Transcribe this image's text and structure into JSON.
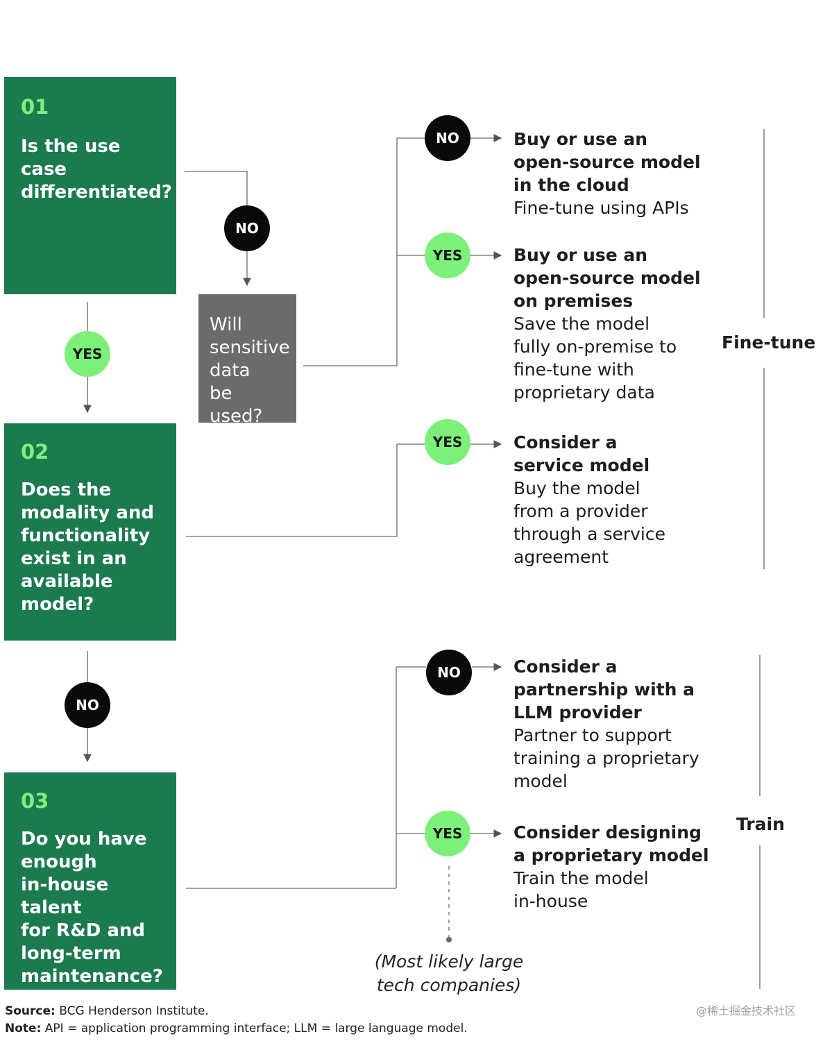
{
  "questions": [
    {
      "number": "01",
      "text": "Is the use case\ndifferentiated?"
    },
    {
      "number": "02",
      "text": "Does the\nmodality and\nfunctionality\nexist in an\navailable\nmodel?"
    },
    {
      "number": "03",
      "text": "Do you have\nenough\nin-house talent\nfor R&D and\nlong-term\nmaintenance?"
    }
  ],
  "sensitive_question": "Will\nsensitive\ndata\nbe used?",
  "badges": {
    "no": "NO",
    "yes": "YES"
  },
  "outcomes": [
    {
      "title": "Buy or use an\nopen-source model\nin the cloud",
      "desc": "Fine-tune using APIs"
    },
    {
      "title": "Buy or use an\nopen-source model\non premises",
      "desc": "Save the model\nfully on-premise to\nfine-tune with\nproprietary data"
    },
    {
      "title": "Consider a\nservice model",
      "desc": "Buy the model\nfrom a provider\nthrough a service\nagreement"
    },
    {
      "title": "Consider a\npartnership with a\nLLM provider",
      "desc": "Partner to support\ntraining a proprietary\nmodel"
    },
    {
      "title": "Consider designing\na proprietary model",
      "desc": "Train the model\nin-house"
    }
  ],
  "categories": {
    "finetune": "Fine-tune",
    "train": "Train"
  },
  "annotation": "(Most likely large\ntech companies)",
  "footer": {
    "source_label": "Source:",
    "source_text": "BCG Henderson Institute.",
    "note_label": "Note:",
    "note_text": "API = application programming interface; LLM = large language model."
  },
  "watermark": "@稀土掘金技术社区",
  "colors": {
    "green_box": "#1c7a4f",
    "accent_green": "#7df07a",
    "gray_box": "#6b6b6b",
    "no_badge": "#0a0a0a"
  }
}
